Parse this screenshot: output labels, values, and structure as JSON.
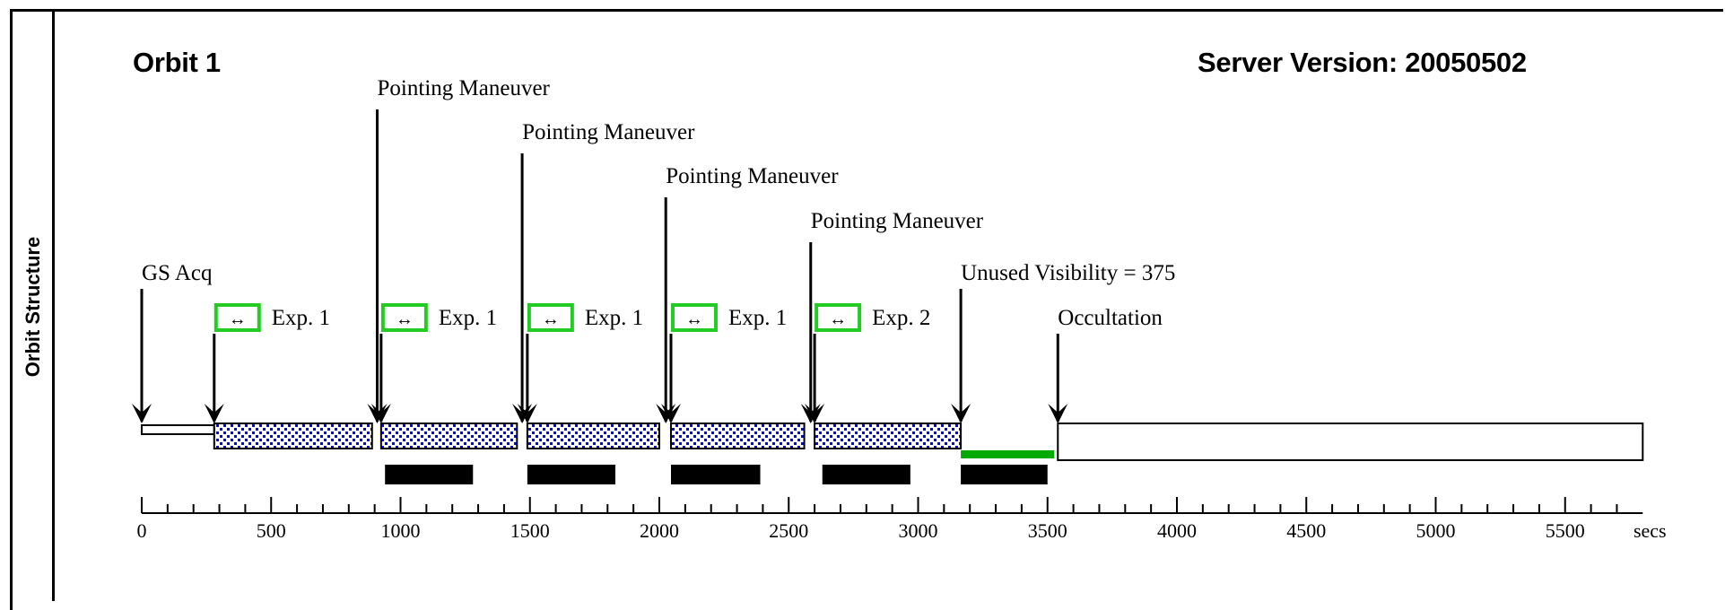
{
  "sidebar": {
    "label": "Orbit Structure"
  },
  "header": {
    "orbit_title": "Orbit 1",
    "server_version": "Server Version: 20050502"
  },
  "chart_data": {
    "type": "timeline",
    "xlim": [
      0,
      5800
    ],
    "units_label": "secs",
    "ticks": [
      {
        "value": 0,
        "label": "0"
      },
      {
        "value": 500,
        "label": "500"
      },
      {
        "value": 1000,
        "label": "1000"
      },
      {
        "value": 1500,
        "label": "1500"
      },
      {
        "value": 2000,
        "label": "2000"
      },
      {
        "value": 2500,
        "label": "2500"
      },
      {
        "value": 3000,
        "label": "3000"
      },
      {
        "value": 3500,
        "label": "3500"
      },
      {
        "value": 4000,
        "label": "4000"
      },
      {
        "value": 4500,
        "label": "4500"
      },
      {
        "value": 5000,
        "label": "5000"
      },
      {
        "value": 5500,
        "label": "5500"
      }
    ],
    "exposures": [
      {
        "label": "Exp. 1",
        "start": 280,
        "end": 890
      },
      {
        "label": "Exp. 1",
        "start": 925,
        "end": 1450
      },
      {
        "label": "Exp. 1",
        "start": 1490,
        "end": 2000
      },
      {
        "label": "Exp. 1",
        "start": 2045,
        "end": 2560
      },
      {
        "label": "Exp. 2",
        "start": 2600,
        "end": 3165
      }
    ],
    "gs_acq": {
      "label": "GS Acq",
      "start": 0,
      "end": 280
    },
    "pointing_maneuvers": [
      {
        "label": "Pointing Maneuver",
        "time": 910
      },
      {
        "label": "Pointing Maneuver",
        "time": 1470
      },
      {
        "label": "Pointing Maneuver",
        "time": 2025
      },
      {
        "label": "Pointing Maneuver",
        "time": 2585
      }
    ],
    "unused_visibility": {
      "label": "Unused Visibility = 375",
      "start": 3165,
      "end": 3540
    },
    "occultation": {
      "label": "Occultation",
      "start": 3540,
      "end": 5800
    },
    "black_bars": [
      {
        "start": 940,
        "end": 1280
      },
      {
        "start": 1490,
        "end": 1830
      },
      {
        "start": 2045,
        "end": 2390
      },
      {
        "start": 2630,
        "end": 2970
      },
      {
        "start": 3165,
        "end": 3500
      }
    ],
    "colors": {
      "exposure_fill": "#0000ff",
      "exp_box": "#22cc22",
      "unused": "#00aa00",
      "black": "#000000"
    }
  }
}
